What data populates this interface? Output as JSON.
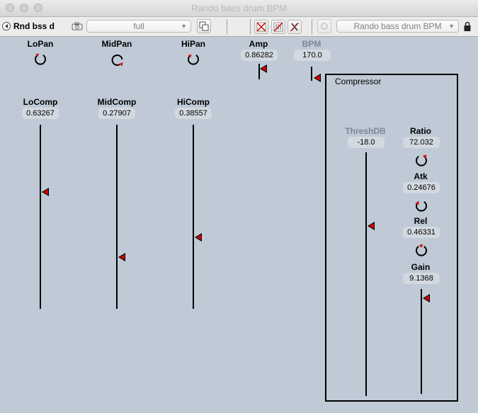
{
  "window": {
    "title": "Rando bass drum BPM"
  },
  "toolbar": {
    "patch_name": "Rnd bss d",
    "view_mode": "full",
    "preset_name": "Rando bass drum BPM",
    "icons": [
      "back-arrow-icon",
      "camera-icon",
      "duplicate-icon",
      "clear-icon",
      "compare-icon",
      "reset-icon",
      "settings-icon",
      "lock-icon"
    ]
  },
  "knobs": {
    "lopan": {
      "label": "LoPan"
    },
    "midpan": {
      "label": "MidPan"
    },
    "hipan": {
      "label": "HiPan"
    },
    "ratio": {
      "label": "Ratio",
      "value": "72.032"
    },
    "atk": {
      "label": "Atk",
      "value": "0.24676"
    },
    "rel": {
      "label": "Rel",
      "value": "0.46331"
    }
  },
  "sliders": {
    "amp": {
      "label": "Amp",
      "value": "0.86282"
    },
    "bpm": {
      "label": "BPM",
      "value": "170.0"
    },
    "locomp": {
      "label": "LoComp",
      "value": "0.63267"
    },
    "midcomp": {
      "label": "MidComp",
      "value": "0.27907"
    },
    "hicomp": {
      "label": "HiComp",
      "value": "0.38557"
    },
    "threshdb": {
      "label": "ThreshDB",
      "value": "-18.0"
    },
    "gain": {
      "label": "Gain",
      "value": "9.1368"
    }
  },
  "compressor": {
    "title": "Compressor"
  },
  "colors": {
    "background": "#bfcad6",
    "handle": "#d40000"
  }
}
